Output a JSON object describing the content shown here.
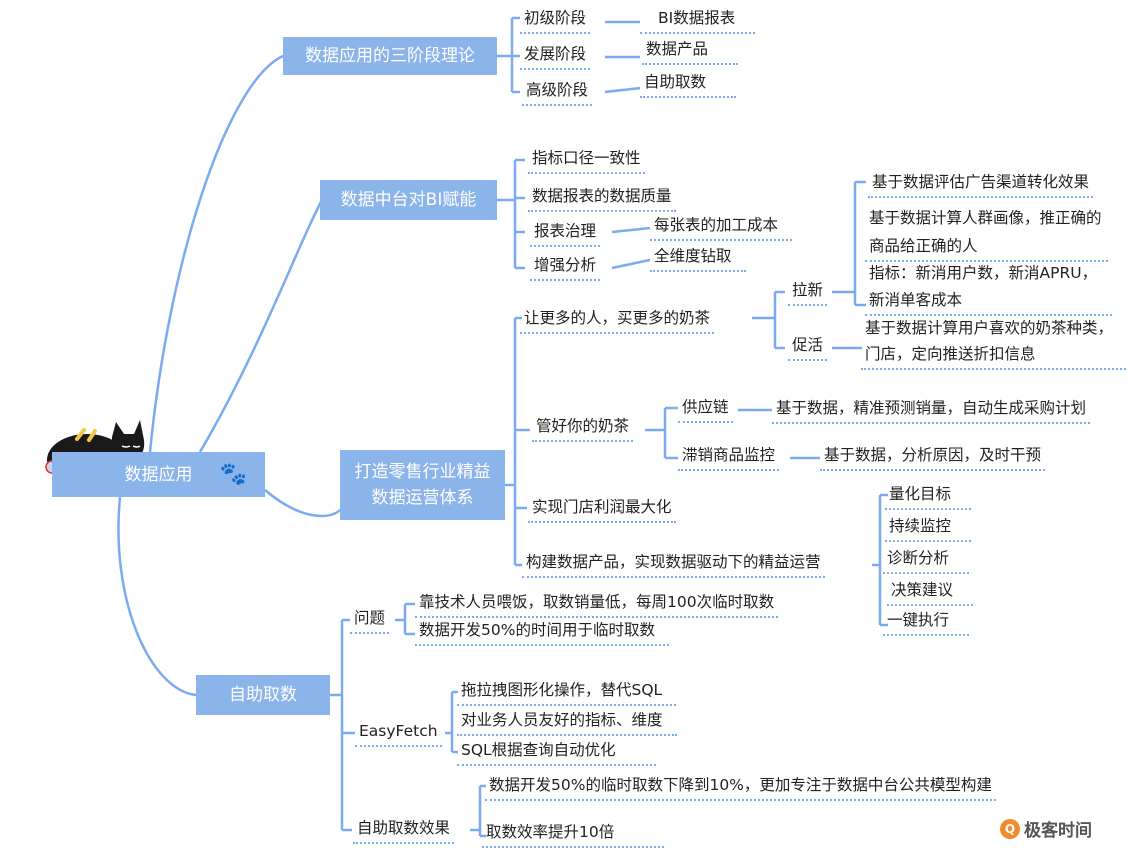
{
  "root": "数据应用",
  "branches": {
    "stages": {
      "title": "数据应用的三阶段理论",
      "items": [
        {
          "label": "初级阶段",
          "leaf": "BI数据报表"
        },
        {
          "label": "发展阶段",
          "leaf": "数据产品"
        },
        {
          "label": "高级阶段",
          "leaf": "自助取数"
        }
      ]
    },
    "bi": {
      "title": "数据中台对BI赋能",
      "items": [
        {
          "label": "指标口径一致性"
        },
        {
          "label": "数据报表的数据质量"
        },
        {
          "label": "报表治理",
          "leaf": "每张表的加工成本"
        },
        {
          "label": "增强分析",
          "leaf": "全维度钻取"
        }
      ]
    },
    "retail": {
      "title": "打造零售行业精益数据运营体系",
      "more": {
        "label": "让更多的人，买更多的奶茶",
        "new": {
          "label": "拉新",
          "leaves": [
            "基于数据评估广告渠道转化效果",
            "基于数据计算人群画像，推正确的",
            "商品给正确的人",
            "指标：新消用户数，新消APRU，",
            "新消单客成本"
          ]
        },
        "active": {
          "label": "促活",
          "leaves": [
            "基于数据计算用户喜欢的奶茶种类，",
            "门店，定向推送折扣信息"
          ]
        }
      },
      "manage": {
        "label": "管好你的奶茶",
        "supply": {
          "label": "供应链",
          "leaf": "基于数据，精准预测销量，自动生成采购计划"
        },
        "slow": {
          "label": "滞销商品监控",
          "leaf": "基于数据，分析原因，及时干预"
        }
      },
      "profit": "实现门店利润最大化",
      "product": {
        "label": "构建数据产品，实现数据驱动下的精益运营",
        "leaves": [
          "量化目标",
          "持续监控",
          "诊断分析",
          "决策建议",
          "一键执行"
        ]
      }
    },
    "self": {
      "title": "自助取数",
      "problem": {
        "label": "问题",
        "leaves": [
          "靠技术人员喂饭，取数销量低，每周100次临时取数",
          "数据开发50%的时间用于临时取数"
        ]
      },
      "easyfetch": {
        "label": "EasyFetch",
        "leaves": [
          "拖拉拽图形化操作，替代SQL",
          "对业务人员友好的指标、维度",
          "SQL根据查询自动优化"
        ]
      },
      "effect": {
        "label": "自助取数效果",
        "leaves": [
          "数据开发50%的临时取数下降到10%，更加专注于数据中台公共模型构建",
          "取数效率提升10倍"
        ]
      }
    }
  },
  "logo": "极客时间",
  "colors": {
    "box": "#8ab4ea",
    "line": "#7aaaf0"
  }
}
